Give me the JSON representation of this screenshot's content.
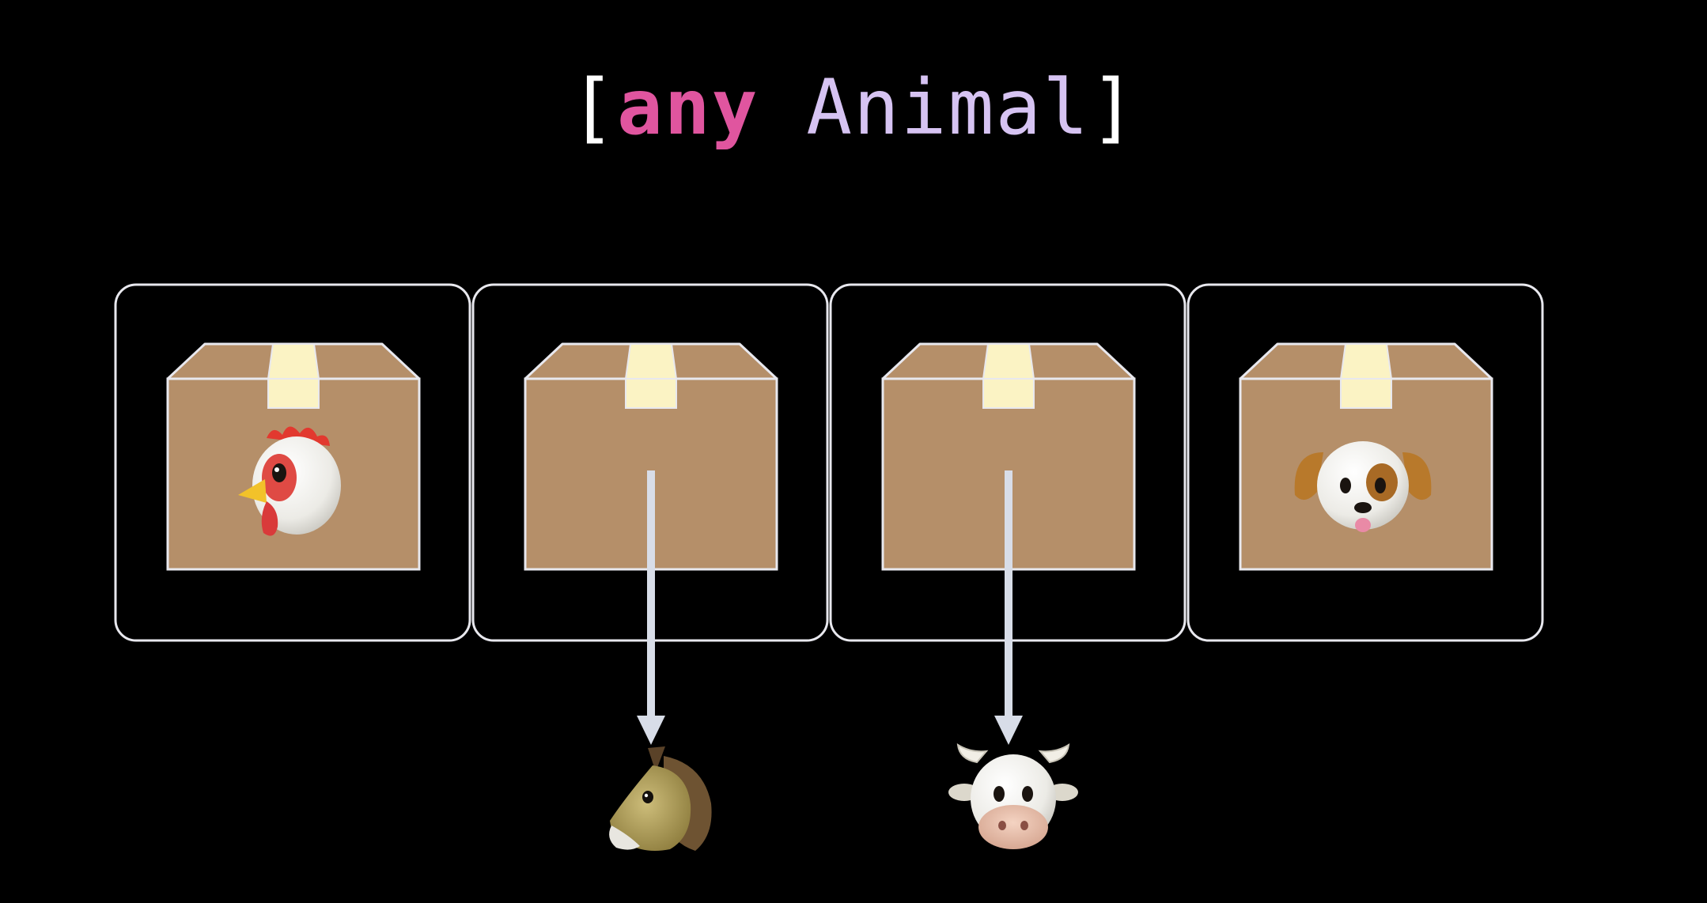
{
  "title": {
    "open_bracket": "[",
    "keyword": "any",
    "type_name": "Animal",
    "close_bracket": "]"
  },
  "colors": {
    "background": "#000000",
    "keyword": "#e0559f",
    "type_name": "#d6c3f2",
    "bracket": "#ffffff",
    "cell_border": "#e8e8ee",
    "box_fill": "#b58f69",
    "box_stroke": "#e8e8ee",
    "tape": "#fbf3c4",
    "arrow": "#d8dde8"
  },
  "cells": [
    {
      "name": "chicken",
      "icon": "chicken-icon",
      "contents": "inline"
    },
    {
      "name": "horse",
      "icon": "horse-icon",
      "contents": "pointer"
    },
    {
      "name": "cow",
      "icon": "cow-icon",
      "contents": "pointer"
    },
    {
      "name": "dog",
      "icon": "dog-icon",
      "contents": "inline"
    }
  ]
}
